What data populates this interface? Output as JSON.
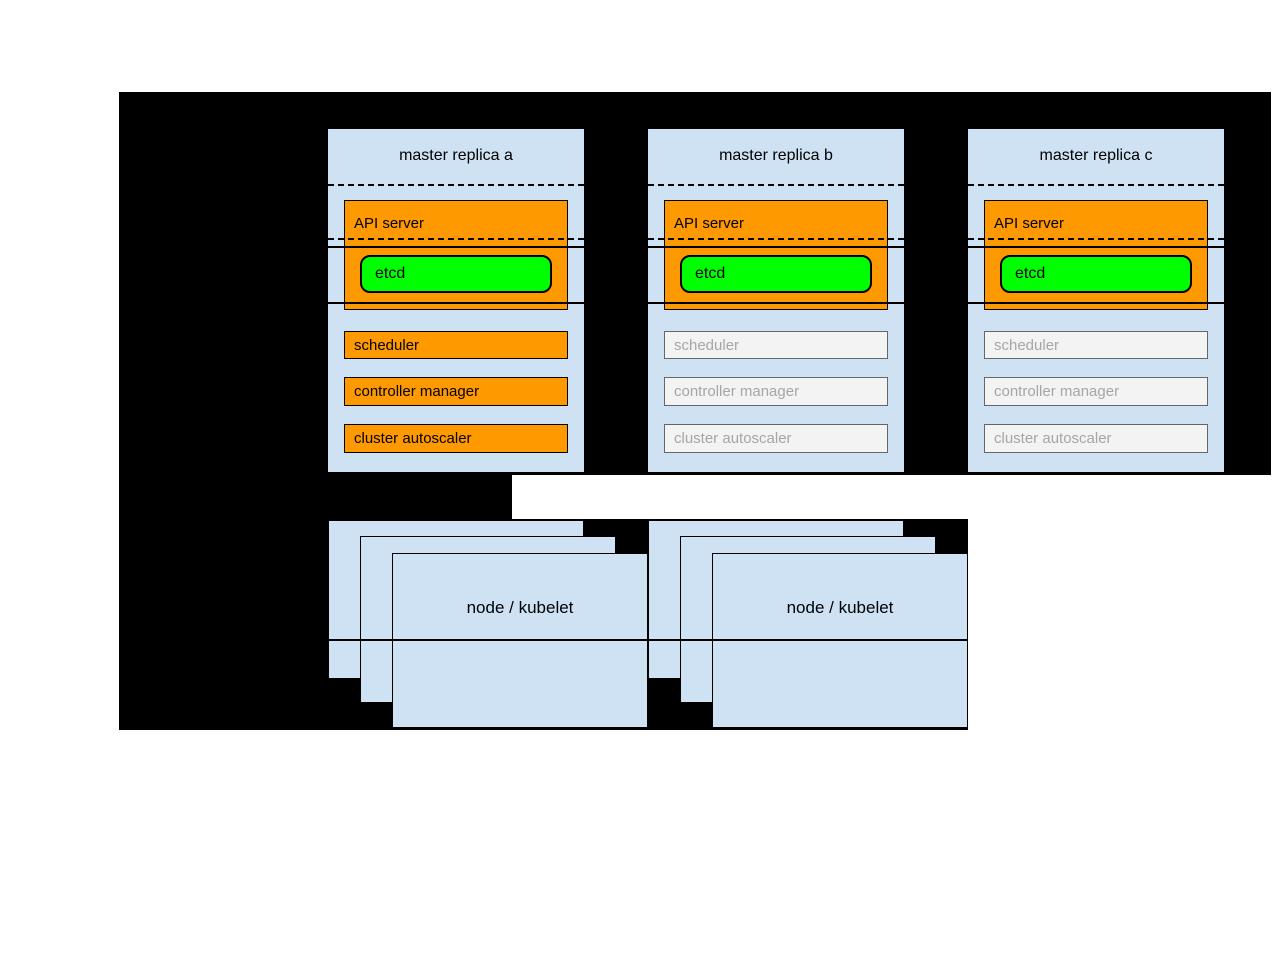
{
  "diagram": {
    "description": "kubernetes high-availability master replicas with etcd and node kubelets",
    "colors": {
      "canvas_background": "#000000",
      "page_background": "#ffffff",
      "panel_fill": "#cfe2f3",
      "active_fill": "#ff9900",
      "etcd_fill": "#00ff00",
      "inactive_fill": "#f3f3f3",
      "inactive_border": "#666666",
      "inactive_text": "#a6a6a6"
    },
    "replicas": [
      {
        "title": "master replica a",
        "api_server_label": "API server",
        "etcd_label": "etcd",
        "components": [
          "scheduler",
          "controller manager",
          "cluster autoscaler"
        ],
        "state": "active"
      },
      {
        "title": "master replica b",
        "api_server_label": "API server",
        "etcd_label": "etcd",
        "components": [
          "scheduler",
          "controller manager",
          "cluster autoscaler"
        ],
        "state": "inactive"
      },
      {
        "title": "master replica c",
        "api_server_label": "API server",
        "etcd_label": "etcd",
        "components": [
          "scheduler",
          "controller manager",
          "cluster autoscaler"
        ],
        "state": "inactive"
      }
    ],
    "node_stacks": [
      {
        "label": "node / kubelet"
      },
      {
        "label": "node / kubelet"
      }
    ]
  }
}
